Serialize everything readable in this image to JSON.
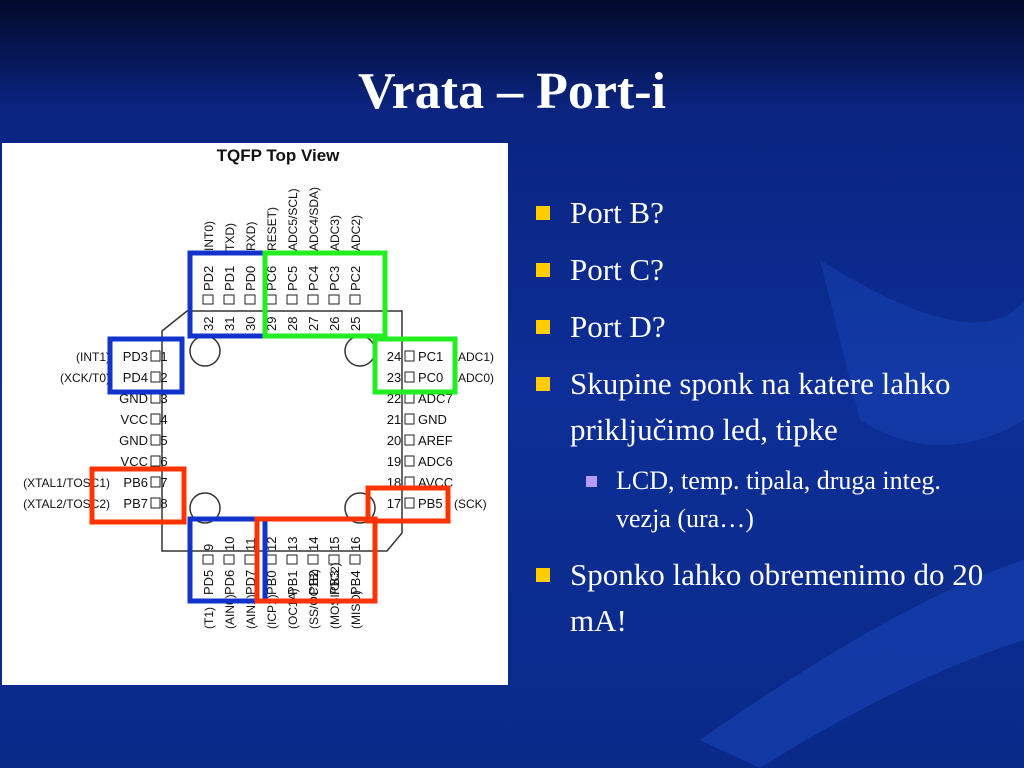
{
  "slide": {
    "title": "Vrata – Port-i"
  },
  "diagram": {
    "heading": "TQFP Top View",
    "top_pins": [
      {
        "num": "32",
        "name": "PD2",
        "func": "(INT0)"
      },
      {
        "num": "31",
        "name": "PD1",
        "func": "(TXD)"
      },
      {
        "num": "30",
        "name": "PD0",
        "func": "(RXD)"
      },
      {
        "num": "29",
        "name": "PC6",
        "func": "(RESET)"
      },
      {
        "num": "28",
        "name": "PC5",
        "func": "(ADC5/SCL)"
      },
      {
        "num": "27",
        "name": "PC4",
        "func": "(ADC4/SDA)"
      },
      {
        "num": "26",
        "name": "PC3",
        "func": "(ADC3)"
      },
      {
        "num": "25",
        "name": "PC2",
        "func": "(ADC2)"
      }
    ],
    "left_pins": [
      {
        "num": "1",
        "name": "PD3",
        "func": "(INT1)"
      },
      {
        "num": "2",
        "name": "PD4",
        "func": "(XCK/T0)"
      },
      {
        "num": "3",
        "name": "GND",
        "func": ""
      },
      {
        "num": "4",
        "name": "VCC",
        "func": ""
      },
      {
        "num": "5",
        "name": "GND",
        "func": ""
      },
      {
        "num": "6",
        "name": "VCC",
        "func": ""
      },
      {
        "num": "7",
        "name": "PB6",
        "func": "(XTAL1/TOSC1)"
      },
      {
        "num": "8",
        "name": "PB7",
        "func": "(XTAL2/TOSC2)"
      }
    ],
    "right_pins": [
      {
        "num": "24",
        "name": "PC1",
        "func": "(ADC1)"
      },
      {
        "num": "23",
        "name": "PC0",
        "func": "(ADC0)"
      },
      {
        "num": "22",
        "name": "ADC7",
        "func": ""
      },
      {
        "num": "21",
        "name": "GND",
        "func": ""
      },
      {
        "num": "20",
        "name": "AREF",
        "func": ""
      },
      {
        "num": "19",
        "name": "ADC6",
        "func": ""
      },
      {
        "num": "18",
        "name": "AVCC",
        "func": ""
      },
      {
        "num": "17",
        "name": "PB5",
        "func": "(SCK)"
      }
    ],
    "bottom_pins": [
      {
        "num": "9",
        "name": "PD5",
        "func": "(T1)"
      },
      {
        "num": "10",
        "name": "PD6",
        "func": "(AIN0)"
      },
      {
        "num": "11",
        "name": "PD7",
        "func": "(AIN1)"
      },
      {
        "num": "12",
        "name": "PB0",
        "func": "(ICP1)"
      },
      {
        "num": "13",
        "name": "PB1",
        "func": "(OC1A)"
      },
      {
        "num": "14",
        "name": "PB2",
        "func": "(SS/OC1B)"
      },
      {
        "num": "15",
        "name": "PB3",
        "func": "(MOSI/OC2)"
      },
      {
        "num": "16",
        "name": "PB4",
        "func": "(MISO)"
      }
    ],
    "colors": {
      "port_b": "#ff3300",
      "port_c": "#22ee22",
      "port_d": "#1133cc"
    }
  },
  "bullets": [
    {
      "text": "Port B?"
    },
    {
      "text": "Port C?"
    },
    {
      "text": "Port D?"
    },
    {
      "text": "Skupine sponk na katere lahko priključimo led, tipke"
    },
    {
      "text": "Sponko lahko obremenimo do 20  mA!"
    }
  ],
  "sub_bullet": {
    "text": "LCD, temp. tipala, druga integ. vezja (ura…)"
  }
}
